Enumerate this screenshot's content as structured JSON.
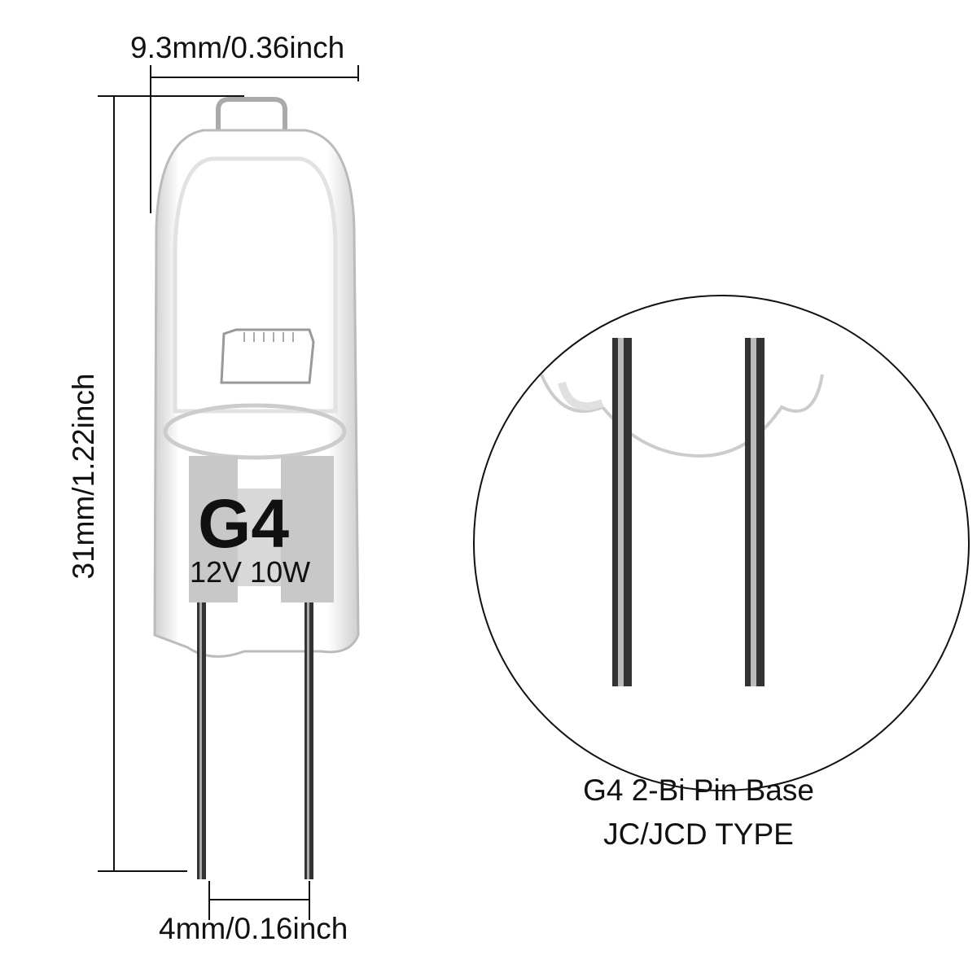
{
  "dimensions": {
    "width_label": "9.3mm/0.36inch",
    "height_label": "31mm/1.22inch",
    "pin_spacing_label": "4mm/0.16inch"
  },
  "bulb": {
    "base_label": "G4",
    "rating_label": "12V 10W"
  },
  "detail": {
    "line1": "G4 2-Bi Pin Base",
    "line2": "JC/JCD TYPE"
  },
  "colors": {
    "line": "#111111",
    "label_patch": "#c8c8c8",
    "glass_edge": "#b9b9b9"
  }
}
